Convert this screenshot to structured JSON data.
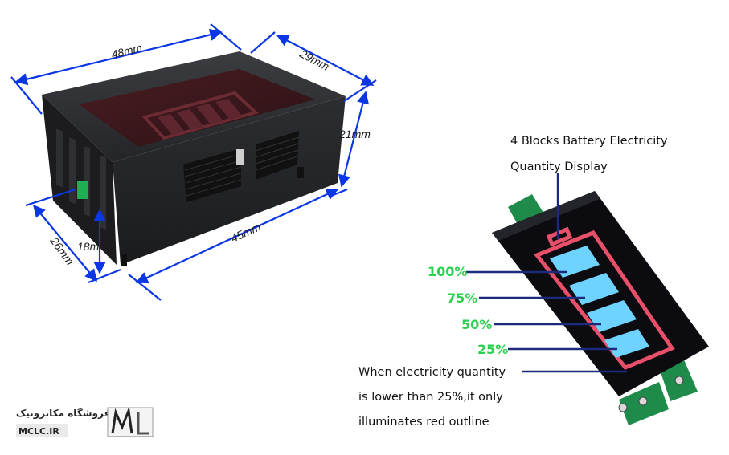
{
  "dimensions": {
    "width_top": "48mm",
    "depth_top": "29mm",
    "height_right": "21mm",
    "depth_left": "26mm",
    "height_inner": "18mm",
    "width_bottom": "45mm"
  },
  "callout": {
    "title_line1": "4 Blocks Battery Electricity",
    "title_line2": "Quantity Display"
  },
  "levels": [
    "100%",
    "75%",
    "50%",
    "25%"
  ],
  "note": {
    "line1": "When electricity quantity",
    "line2": "is lower than 25%,it only",
    "line3": "illuminates red outline"
  },
  "watermark": {
    "persian": "فروشگاه مکاترونیک",
    "domain": "MCLC.IR"
  },
  "colors": {
    "arrow_blue": "#0a36e6",
    "leader_navy": "#1b2a7a",
    "level_green": "#2bd14f",
    "segment_blue": "#6fd3ff",
    "outline_red": "#e8506a",
    "pcb_green": "#1e8b4a"
  }
}
